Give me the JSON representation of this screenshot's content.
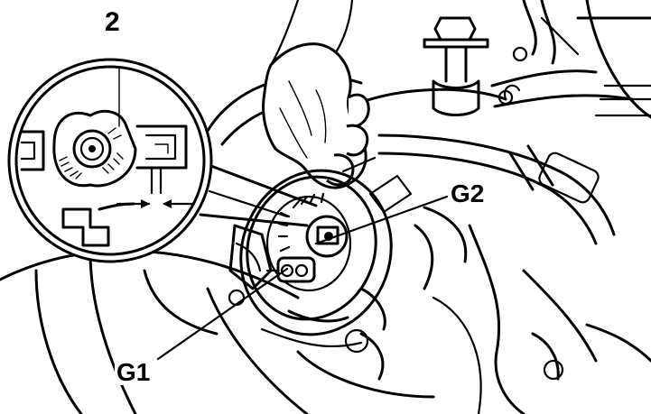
{
  "figure": {
    "step_number": "2",
    "callouts": {
      "g2": "G2",
      "g1": "G1"
    }
  },
  "colors": {
    "ink": "#000000",
    "paper": "#ffffff"
  }
}
